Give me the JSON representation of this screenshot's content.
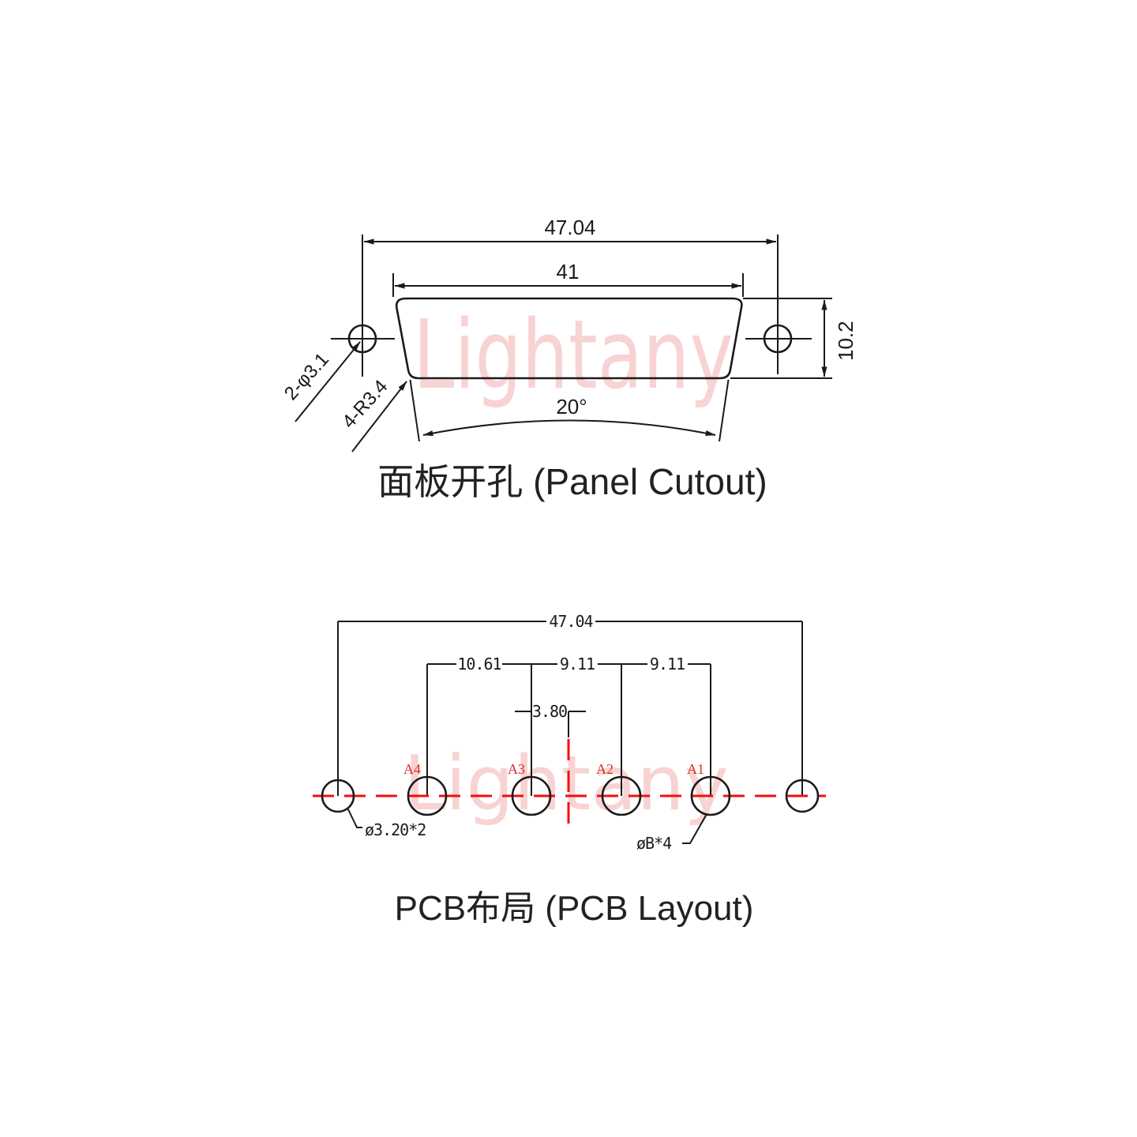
{
  "watermark": {
    "text": "Lightany",
    "color": "#f8d3d3"
  },
  "panel_cutout": {
    "title": "面板开孔 (Panel Cutout)",
    "overall_width": "47.04",
    "opening_width": "41",
    "height": "10.2",
    "flare_angle": "20°",
    "mount_hole_label": "2-φ3.1",
    "corner_radius_label": "4-R3.4"
  },
  "pcb_layout": {
    "title": "PCB布局 (PCB Layout)",
    "overall_width": "47.04",
    "pitch_a4_a3": "10.61",
    "pitch_a3_a2": "9.11",
    "pitch_a2_a1": "9.11",
    "center_offset": "3.80",
    "mount_hole_label": "ø3.20*2",
    "signal_hole_label": "øB*4",
    "pins": [
      {
        "label": "A4"
      },
      {
        "label": "A3"
      },
      {
        "label": "A2"
      },
      {
        "label": "A1"
      }
    ]
  },
  "colors": {
    "line": "#1a1a1a",
    "red": "#f50d0d",
    "pin": "#d82b25",
    "wm": "#f8d3d3"
  }
}
